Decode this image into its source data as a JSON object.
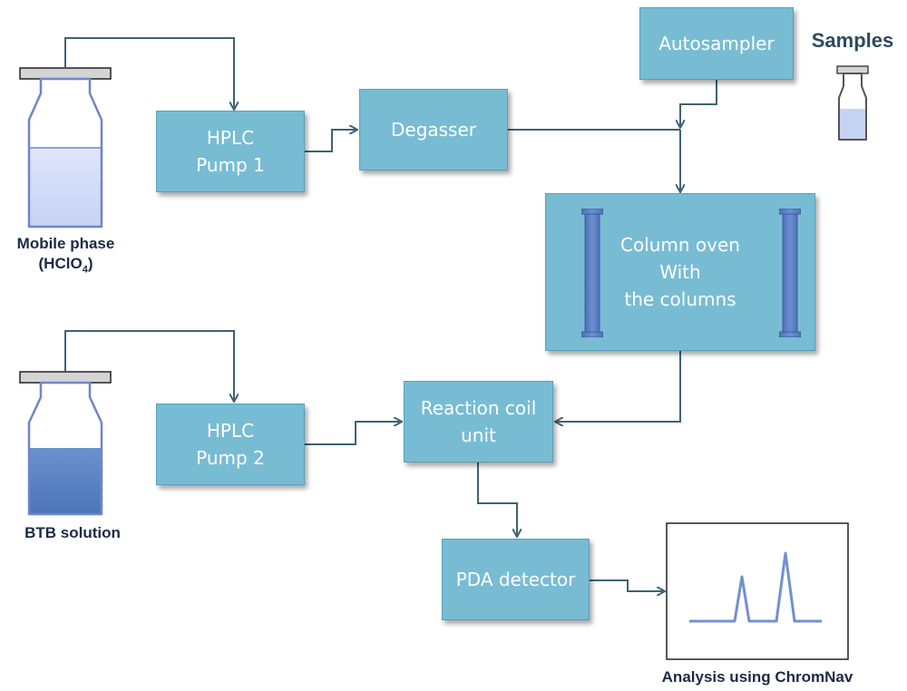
{
  "boxes": {
    "autosampler": [
      "Autosampler"
    ],
    "pump1": [
      "HPLC",
      "Pump 1"
    ],
    "degasser": [
      "Degasser"
    ],
    "column_oven": [
      "Column oven",
      "With",
      "the columns"
    ],
    "pump2": [
      "HPLC",
      "Pump 2"
    ],
    "reaction_coil": [
      "Reaction coil",
      "unit"
    ],
    "pda_detector": [
      "PDA detector"
    ]
  },
  "labels": {
    "samples": "Samples",
    "mobile_phase_line1": "Mobile phase",
    "mobile_phase_prefix": "(HClO",
    "mobile_phase_sub": "4",
    "mobile_phase_suffix": ")",
    "btb_solution": "BTB solution",
    "analysis": "Analysis using ChromNav"
  },
  "colors": {
    "box_fill": "#78bcd4",
    "arrow": "#3f6373",
    "label_text": "#1c2a44",
    "mobile_phase_liquid": "#dfe6fb",
    "btb_liquid": "#5c84c4",
    "column": "#5a7fc6"
  }
}
